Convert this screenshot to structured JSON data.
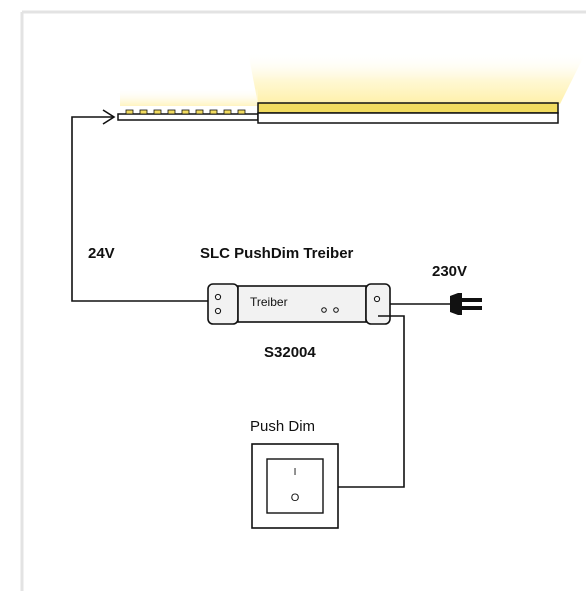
{
  "labels": {
    "voltage_low": "24V",
    "driver_title": "SLC PushDim Treiber",
    "voltage_mains": "230V",
    "driver_body": "Treiber",
    "driver_model": "S32004",
    "switch_label": "Push Dim",
    "switch_on_mark": "I",
    "switch_off_mark": "O"
  },
  "icons": {
    "plug": "power-plug-icon",
    "arrow": "arrow-right-icon"
  },
  "colors": {
    "led_glow": "#fff3b8",
    "led_strip_fill": "#f2dc60",
    "line": "#111111",
    "driver_fill": "#f2f2f2",
    "frame": "#e3e3e3"
  }
}
